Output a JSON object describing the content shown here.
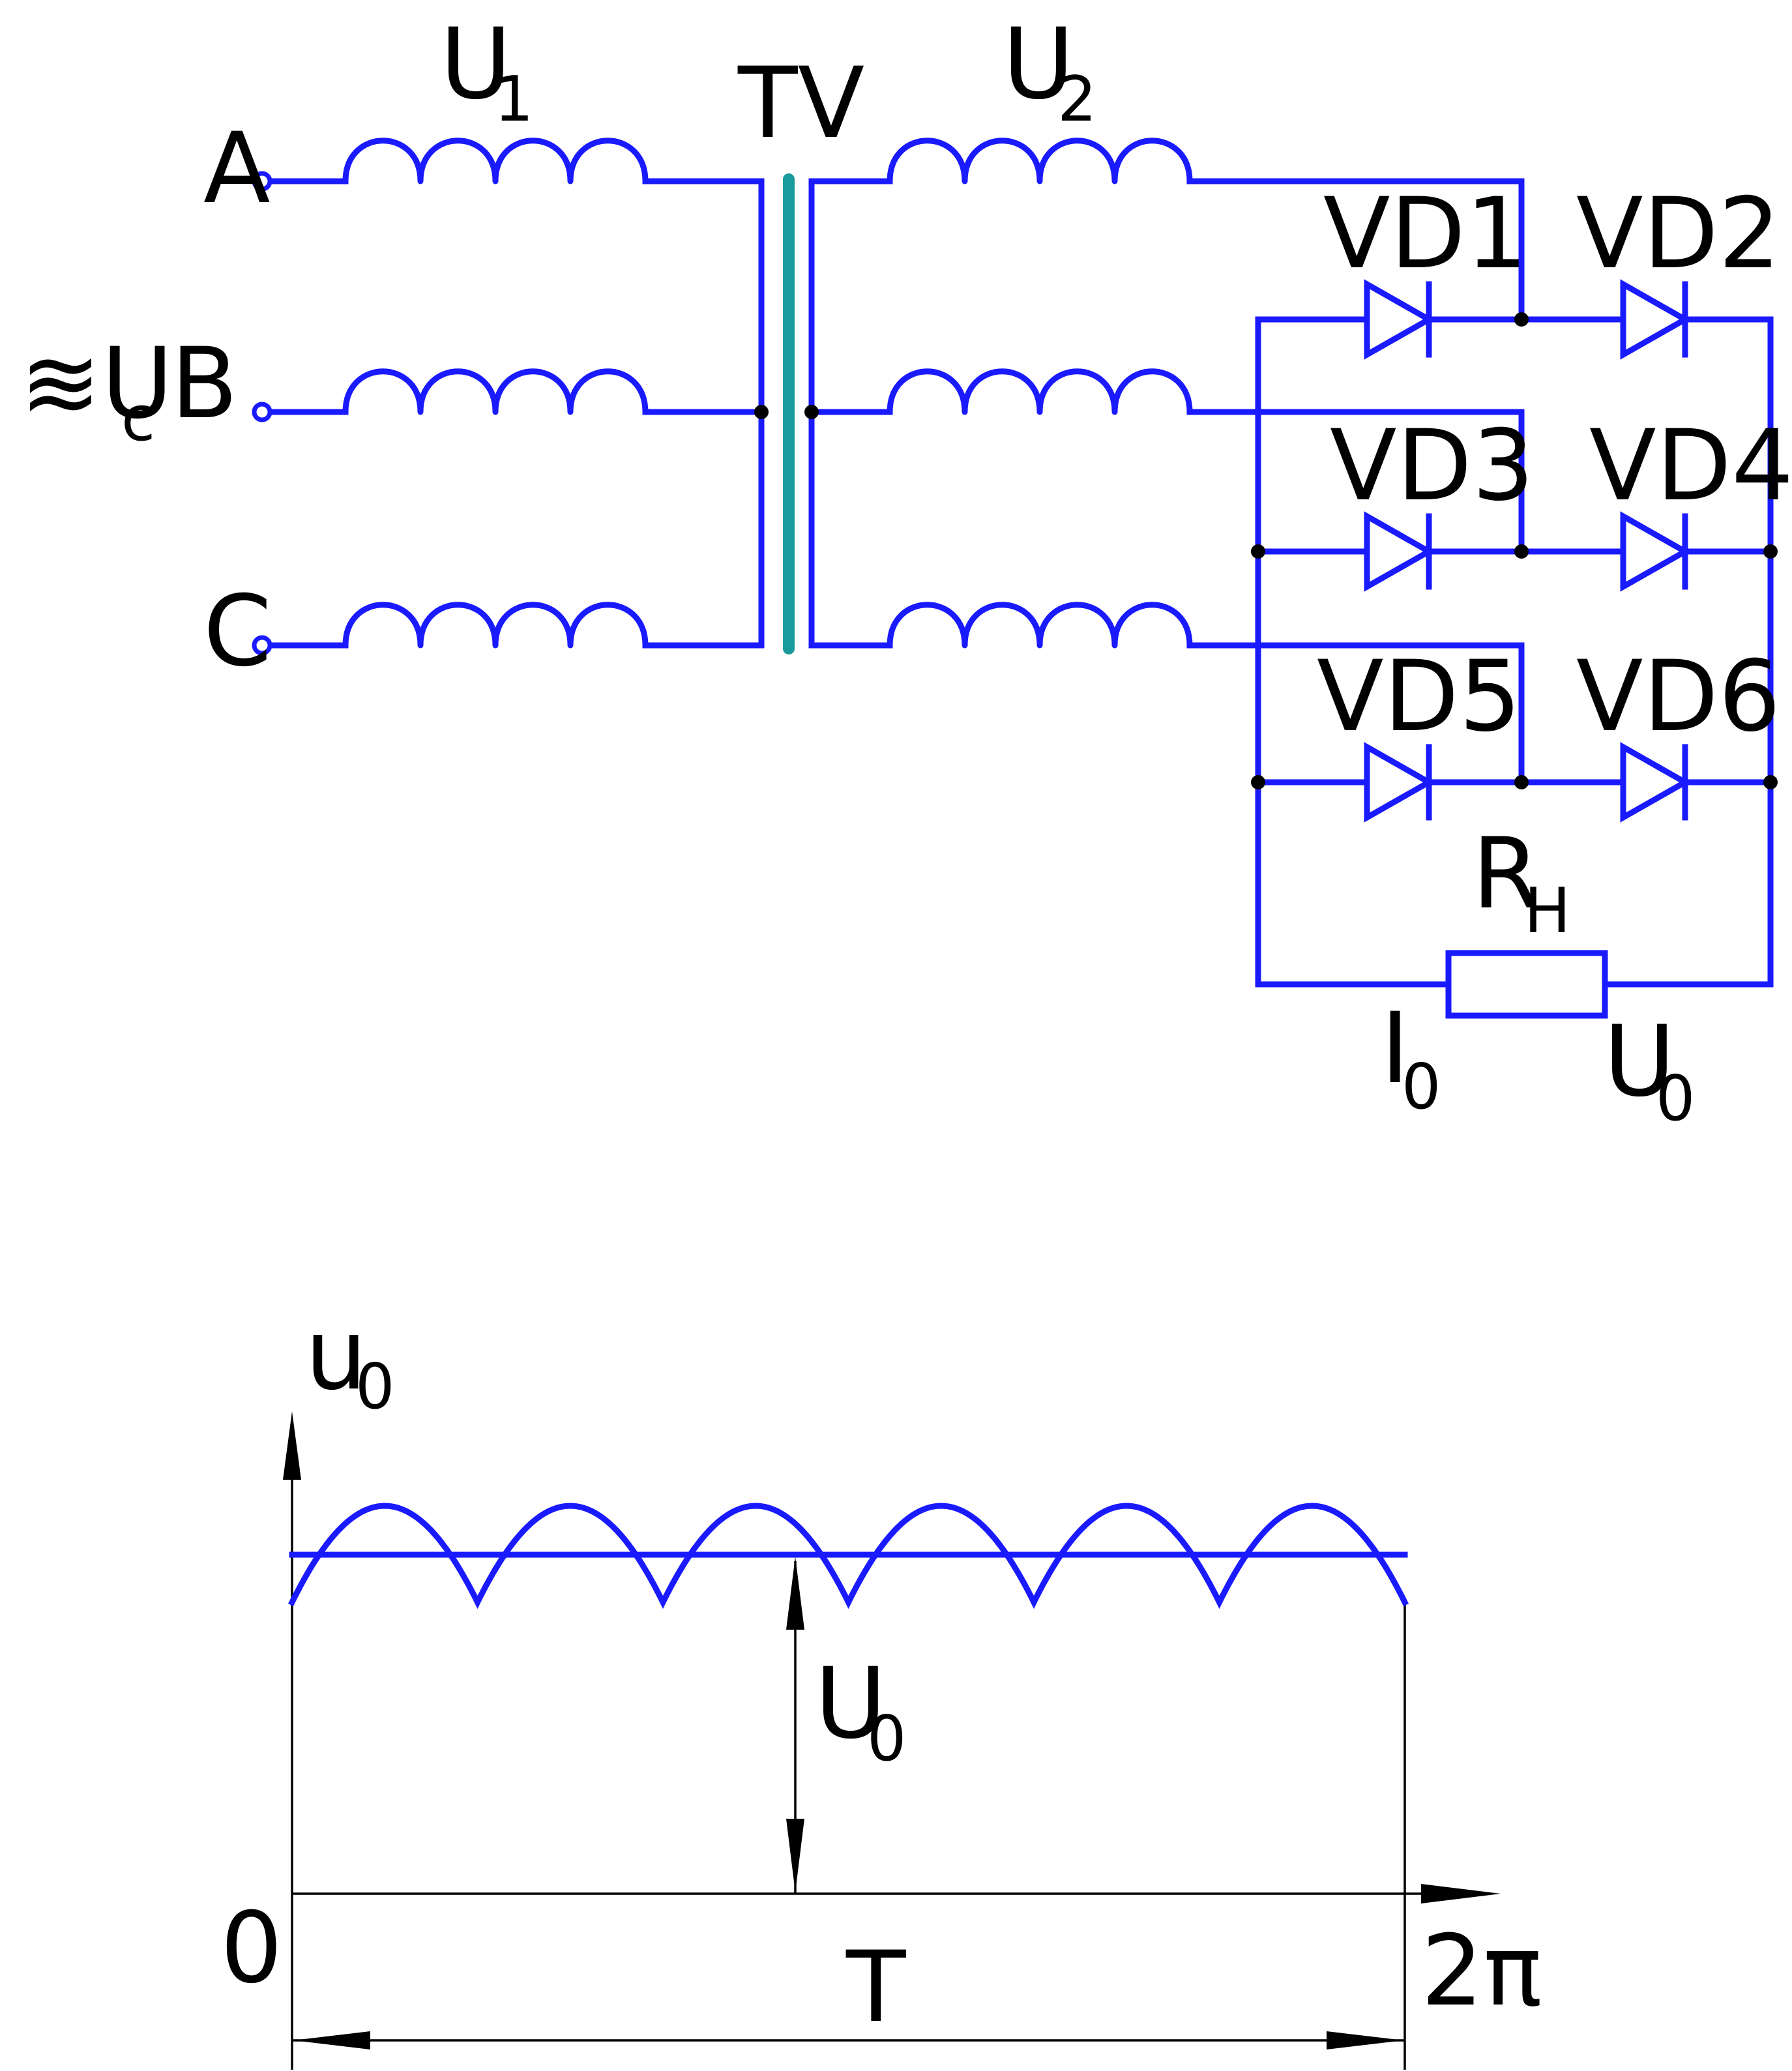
{
  "circuit": {
    "primary_winding_label": "U",
    "primary_winding_sub": "1",
    "transformer_label": "TV",
    "secondary_winding_label": "U",
    "secondary_winding_sub": "2",
    "phase_a": "A",
    "phase_b": "B",
    "phase_c": "C",
    "supply_symbol": "≋U",
    "supply_sub": "c",
    "diodes": [
      "VD1",
      "VD2",
      "VD3",
      "VD4",
      "VD5",
      "VD6"
    ],
    "load_label": "R",
    "load_sub": "H",
    "current_label": "I",
    "current_sub": "0",
    "voltage_label": "U",
    "voltage_sub": "0"
  },
  "waveform": {
    "y_axis_label": "u",
    "y_axis_sub": "0",
    "origin_label": "0",
    "end_label": "2π",
    "period_label": "T",
    "mean_label": "U",
    "mean_sub": "0",
    "pulses_per_period": 6
  }
}
